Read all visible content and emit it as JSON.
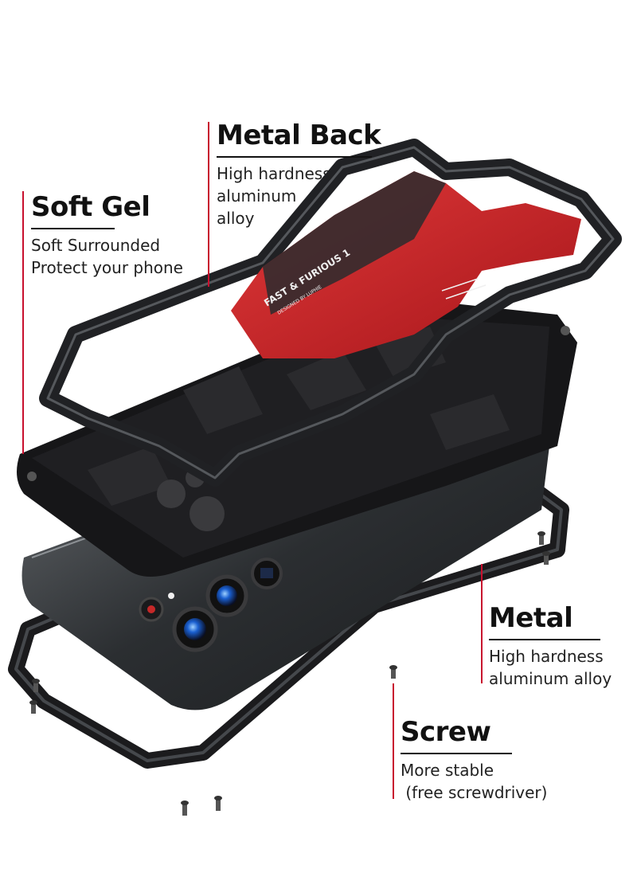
{
  "colors": {
    "accent_red": "#c8102e",
    "dark_metal": "#1c1c1e",
    "brand_red": "#d41f26",
    "text": "#111111"
  },
  "case_print": {
    "brand": "FAST & FURIOUS 1",
    "sub": "DESIGNED BY LUPHIE"
  },
  "callouts": {
    "metal_back": {
      "title": "Metal Back",
      "lines": [
        "High hardness",
        "aluminum",
        "alloy"
      ]
    },
    "soft_gel": {
      "title": "Soft Gel",
      "lines": [
        "Soft Surrounded",
        "Protect your phone"
      ]
    },
    "metal": {
      "title": "Metal",
      "lines": [
        "High hardness",
        "aluminum alloy"
      ]
    },
    "screw": {
      "title": "Screw",
      "lines": [
        "More stable",
        " (free screwdriver)"
      ]
    }
  },
  "icons": [
    "screw-icon",
    "camera-lens-icon"
  ]
}
